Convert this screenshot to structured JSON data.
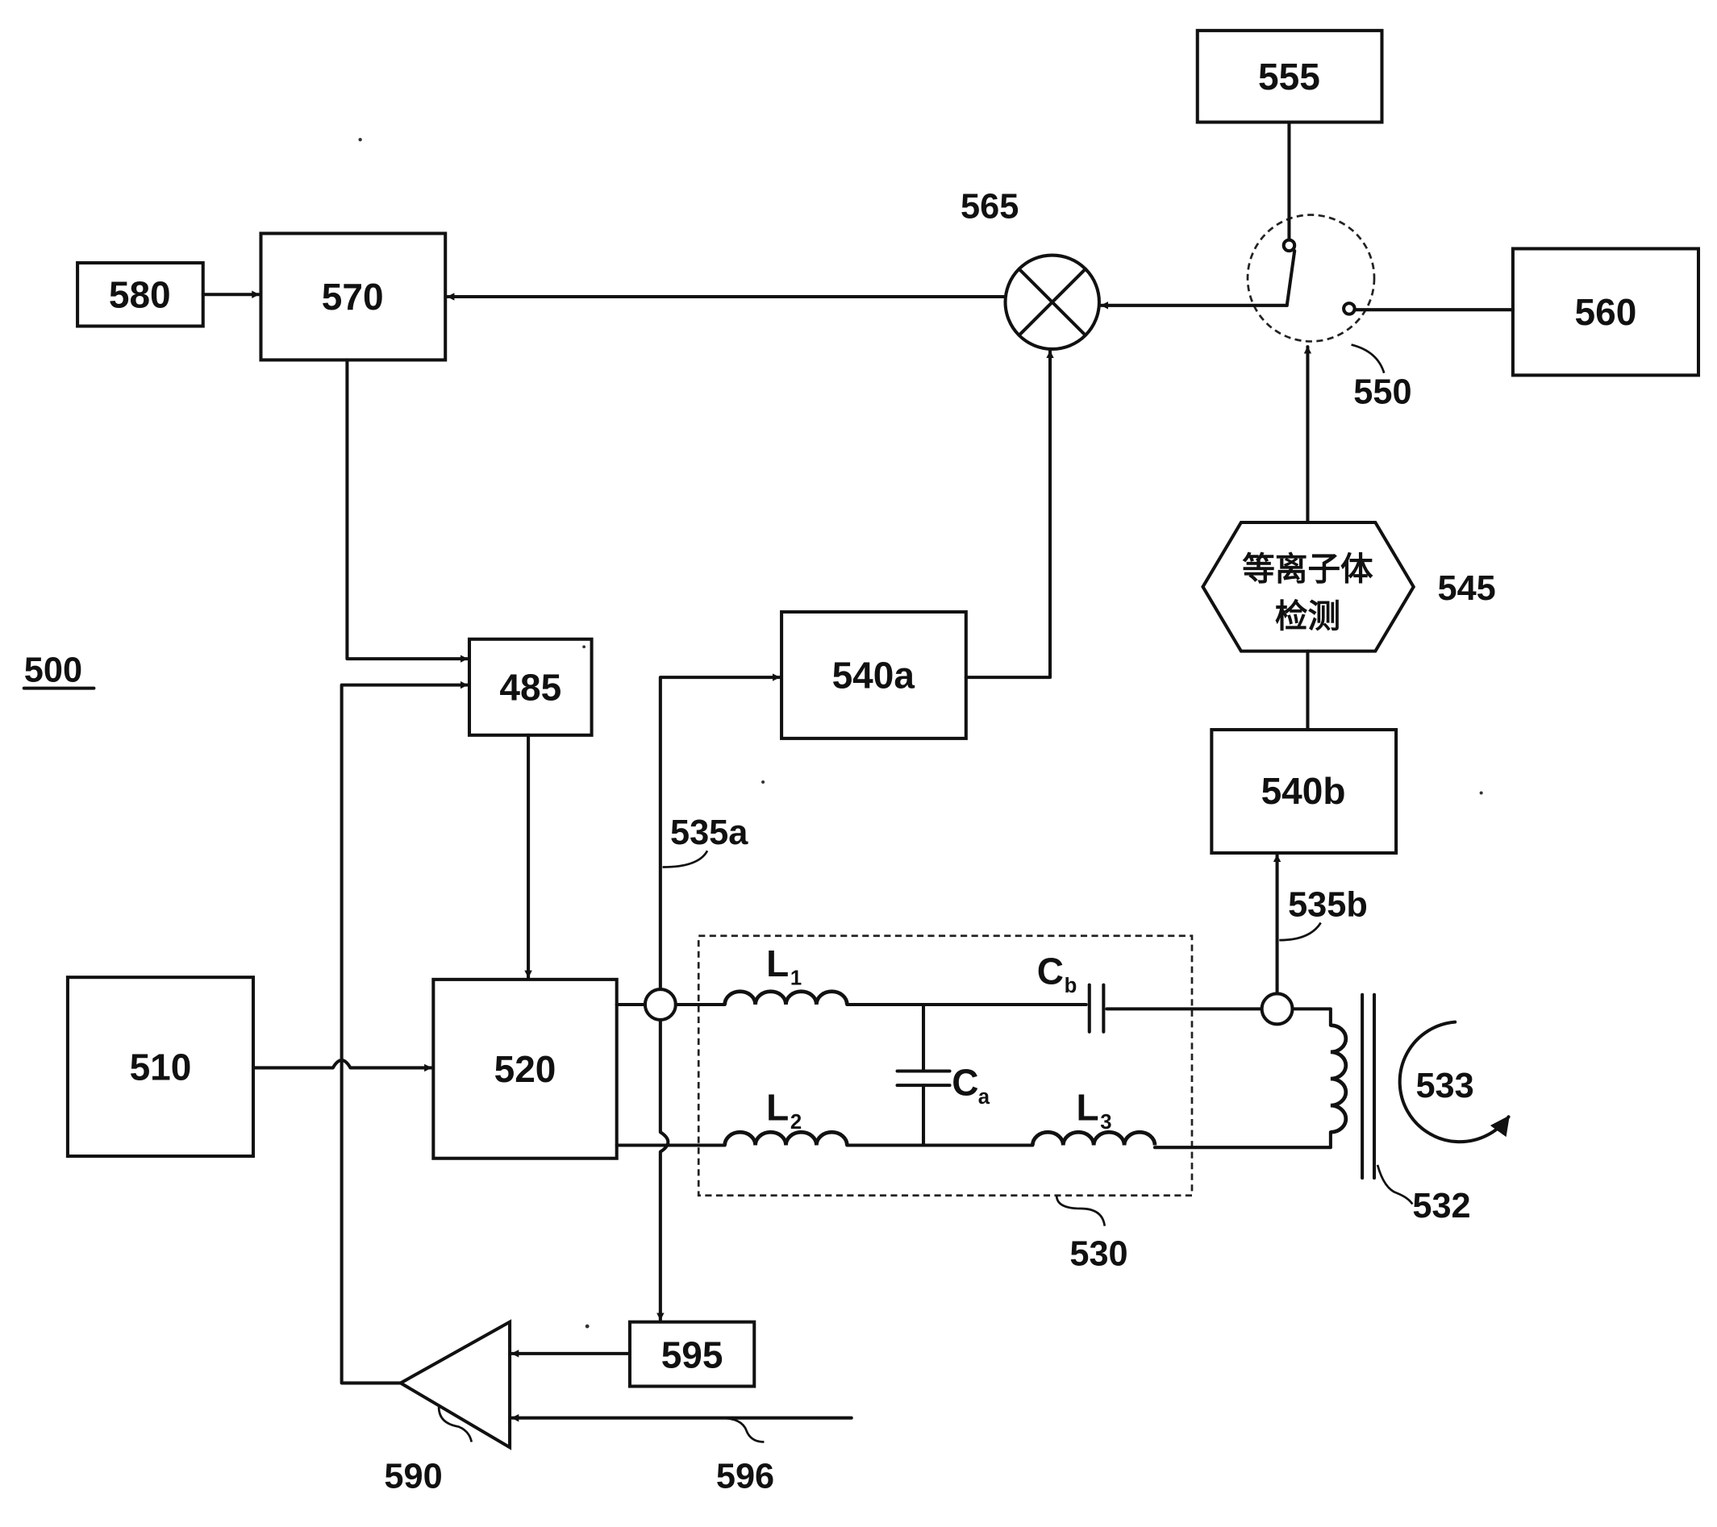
{
  "figure_label": "500",
  "blocks": {
    "b510": "510",
    "b520": "520",
    "b485": "485",
    "b570": "570",
    "b580": "580",
    "b540a": "540a",
    "b540b": "540b",
    "b555": "555",
    "b560": "560",
    "b595": "595"
  },
  "detector": {
    "line1": "等离子体",
    "line2": "检测",
    "ref": "545"
  },
  "refs": {
    "mixer": "565",
    "switch": "550",
    "amp": "590",
    "sensor_a": "535a",
    "sensor_b": "535b",
    "network": "530",
    "coil": "532",
    "plasma": "533",
    "input": "596"
  },
  "components": {
    "L1": {
      "main": "L",
      "sub": "1"
    },
    "L2": {
      "main": "L",
      "sub": "2"
    },
    "L3": {
      "main": "L",
      "sub": "3"
    },
    "Ca": {
      "main": "C",
      "sub": "a"
    },
    "Cb": {
      "main": "C",
      "sub": "b"
    }
  }
}
